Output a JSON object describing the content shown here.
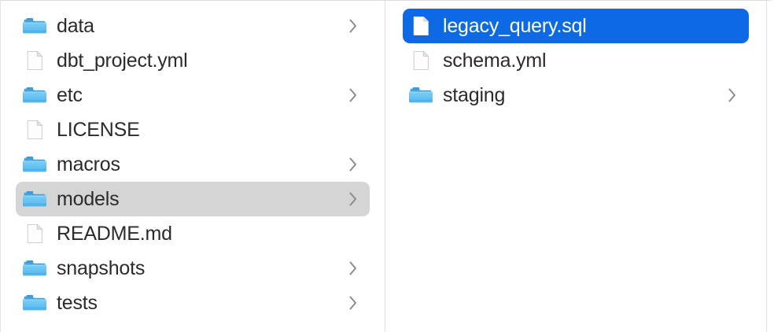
{
  "window": {
    "view_mode": "column-view",
    "accent_selection_color": "#0d6ae4",
    "inactive_selection_color": "#d5d5d5",
    "text_color": "#2b2b2b",
    "selected_text_color": "#ffffff",
    "folder_icon_color": "#5ab8ef",
    "divider_color": "#dfe0e1"
  },
  "columns": [
    {
      "name": "parent-column",
      "items": [
        {
          "label": "data",
          "kind": "folder",
          "has_chevron": true,
          "selected": false,
          "selection": "none"
        },
        {
          "label": "dbt_project.yml",
          "kind": "file",
          "has_chevron": false,
          "selected": false,
          "selection": "none"
        },
        {
          "label": "etc",
          "kind": "folder",
          "has_chevron": true,
          "selected": false,
          "selection": "none"
        },
        {
          "label": "LICENSE",
          "kind": "file",
          "has_chevron": false,
          "selected": false,
          "selection": "none"
        },
        {
          "label": "macros",
          "kind": "folder",
          "has_chevron": true,
          "selected": false,
          "selection": "none"
        },
        {
          "label": "models",
          "kind": "folder",
          "has_chevron": true,
          "selected": true,
          "selection": "gray"
        },
        {
          "label": "README.md",
          "kind": "file",
          "has_chevron": false,
          "selected": false,
          "selection": "none"
        },
        {
          "label": "snapshots",
          "kind": "folder",
          "has_chevron": true,
          "selected": false,
          "selection": "none"
        },
        {
          "label": "tests",
          "kind": "folder",
          "has_chevron": true,
          "selected": false,
          "selection": "none"
        }
      ]
    },
    {
      "name": "child-column",
      "items": [
        {
          "label": "legacy_query.sql",
          "kind": "file",
          "has_chevron": false,
          "selected": true,
          "selection": "blue"
        },
        {
          "label": "schema.yml",
          "kind": "file",
          "has_chevron": false,
          "selected": false,
          "selection": "none"
        },
        {
          "label": "staging",
          "kind": "folder",
          "has_chevron": true,
          "selected": false,
          "selection": "none"
        }
      ]
    }
  ],
  "icons": {
    "folder": "folder-icon",
    "file": "file-icon",
    "chevron": "chevron-right-icon"
  }
}
